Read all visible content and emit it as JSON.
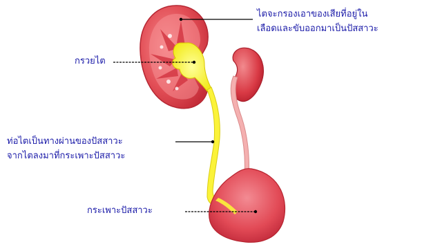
{
  "labels": {
    "kidney_function": {
      "line1": "ไตจะกรองเอาของเสียที่อยู่ใน",
      "line2": "เลือดและขับออกมาเป็นปัสสาวะ"
    },
    "renal_pelvis": "กรวยไต",
    "ureter": {
      "line1": "ท่อไตเป็นทางผ่านของปัสสาวะ",
      "line2": "จากไตลงมาที่กระเพาะปัสสาวะ"
    },
    "bladder": "กระเพาะปัสสาวะ"
  },
  "colors": {
    "label_text": "#1a1aa8",
    "kidney": "#e0474f",
    "kidney_inner": "#f47e7e",
    "urine": "#ffff33",
    "bladder": "#e44a55",
    "leader_line": "#000000"
  }
}
